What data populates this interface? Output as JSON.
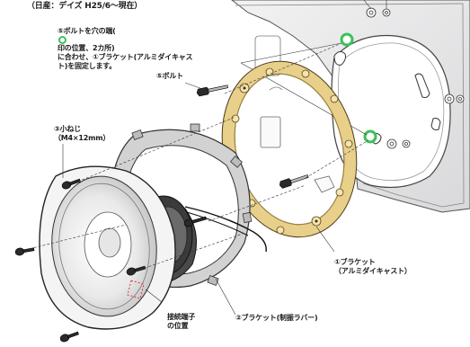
{
  "header": {
    "vehicle": "（日産：デイズ H25/6〜現在）"
  },
  "labels": {
    "step5_note": {
      "line1_a": "⑤ボルトを穴の端(",
      "line1_b": "印の位置、2カ所)",
      "line2": "に合わせ、①ブラケット(アルミダイキャス",
      "line3": "ト)を固定します。"
    },
    "bolt": "⑤ボルト",
    "screw": {
      "line1": "③小ねじ",
      "line2": "（M4×12mm）"
    },
    "bracket_alu": {
      "line1": "①ブラケット",
      "line2": "（アルミダイキャスト）"
    },
    "bracket_rubber": "②ブラケット(制振ラバー)",
    "terminal": {
      "line1": "接続端子",
      "line2": "の位置"
    }
  },
  "colors": {
    "marker_green": "#3cc15a",
    "bracket_gold": "#e8cf8a",
    "terminal_red": "#e4343a",
    "door_panel": "#e6e6e8"
  },
  "icons": [
    "green-circle-marker",
    "bolt",
    "screw",
    "speaker",
    "bracket-ring",
    "door-panel"
  ]
}
